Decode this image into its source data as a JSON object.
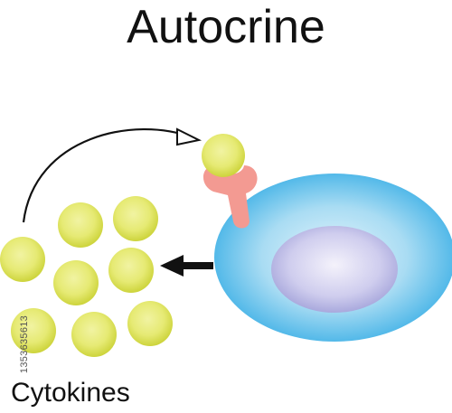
{
  "title": "Autocrine",
  "caption": "Cytokines",
  "side_id": "1353635613",
  "colors": {
    "cytokine_center": "#f1f3a2",
    "cytokine_edge": "#cdd43c",
    "receptor": "#f39a92",
    "cell_center": "#e6f5fc",
    "cell_edge": "#3db0e6",
    "nucleus_center": "#f4f2fb",
    "nucleus_edge": "#9f9fd8",
    "arrow": "#111111"
  },
  "icons": [
    "curved-arrow-icon",
    "straight-arrow-icon"
  ]
}
